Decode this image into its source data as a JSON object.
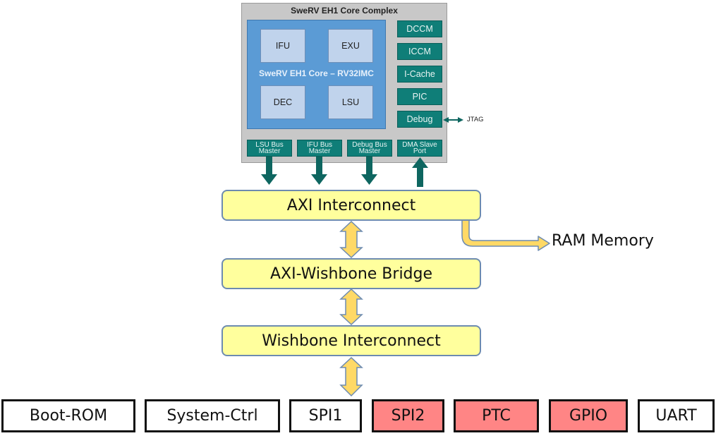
{
  "core_complex": {
    "title": "SweRV EH1 Core Complex",
    "core": {
      "title": "SweRV EH1 Core – RV32IMC",
      "units": [
        "IFU",
        "EXU",
        "DEC",
        "LSU"
      ]
    },
    "side_blocks": [
      "DCCM",
      "ICCM",
      "I-Cache",
      "PIC",
      "Debug"
    ],
    "bus_ports": [
      {
        "line1": "LSU Bus",
        "line2": "Master",
        "direction": "out"
      },
      {
        "line1": "IFU Bus",
        "line2": "Master",
        "direction": "out"
      },
      {
        "line1": "Debug Bus",
        "line2": "Master",
        "direction": "out"
      },
      {
        "line1": "DMA Slave",
        "line2": "Port",
        "direction": "in"
      }
    ],
    "jtag_label": "JTAG"
  },
  "interconnect": {
    "axi": "AXI Interconnect",
    "bridge": "AXI-Wishbone Bridge",
    "wishbone": "Wishbone Interconnect",
    "ram": "RAM Memory"
  },
  "peripherals": [
    {
      "label": "Boot-ROM",
      "highlighted": false
    },
    {
      "label": "System-Ctrl",
      "highlighted": false
    },
    {
      "label": "SPI1",
      "highlighted": false
    },
    {
      "label": "SPI2",
      "highlighted": true
    },
    {
      "label": "PTC",
      "highlighted": true
    },
    {
      "label": "GPIO",
      "highlighted": true
    },
    {
      "label": "UART",
      "highlighted": false
    }
  ],
  "colors": {
    "highlight": "#ff8585",
    "normal": "#ffffff",
    "teal": "#0f7e78",
    "arrow_fill": "#ffd966",
    "arrow_stroke": "#6d8bb0",
    "bus_arrow": "#0e6660"
  }
}
